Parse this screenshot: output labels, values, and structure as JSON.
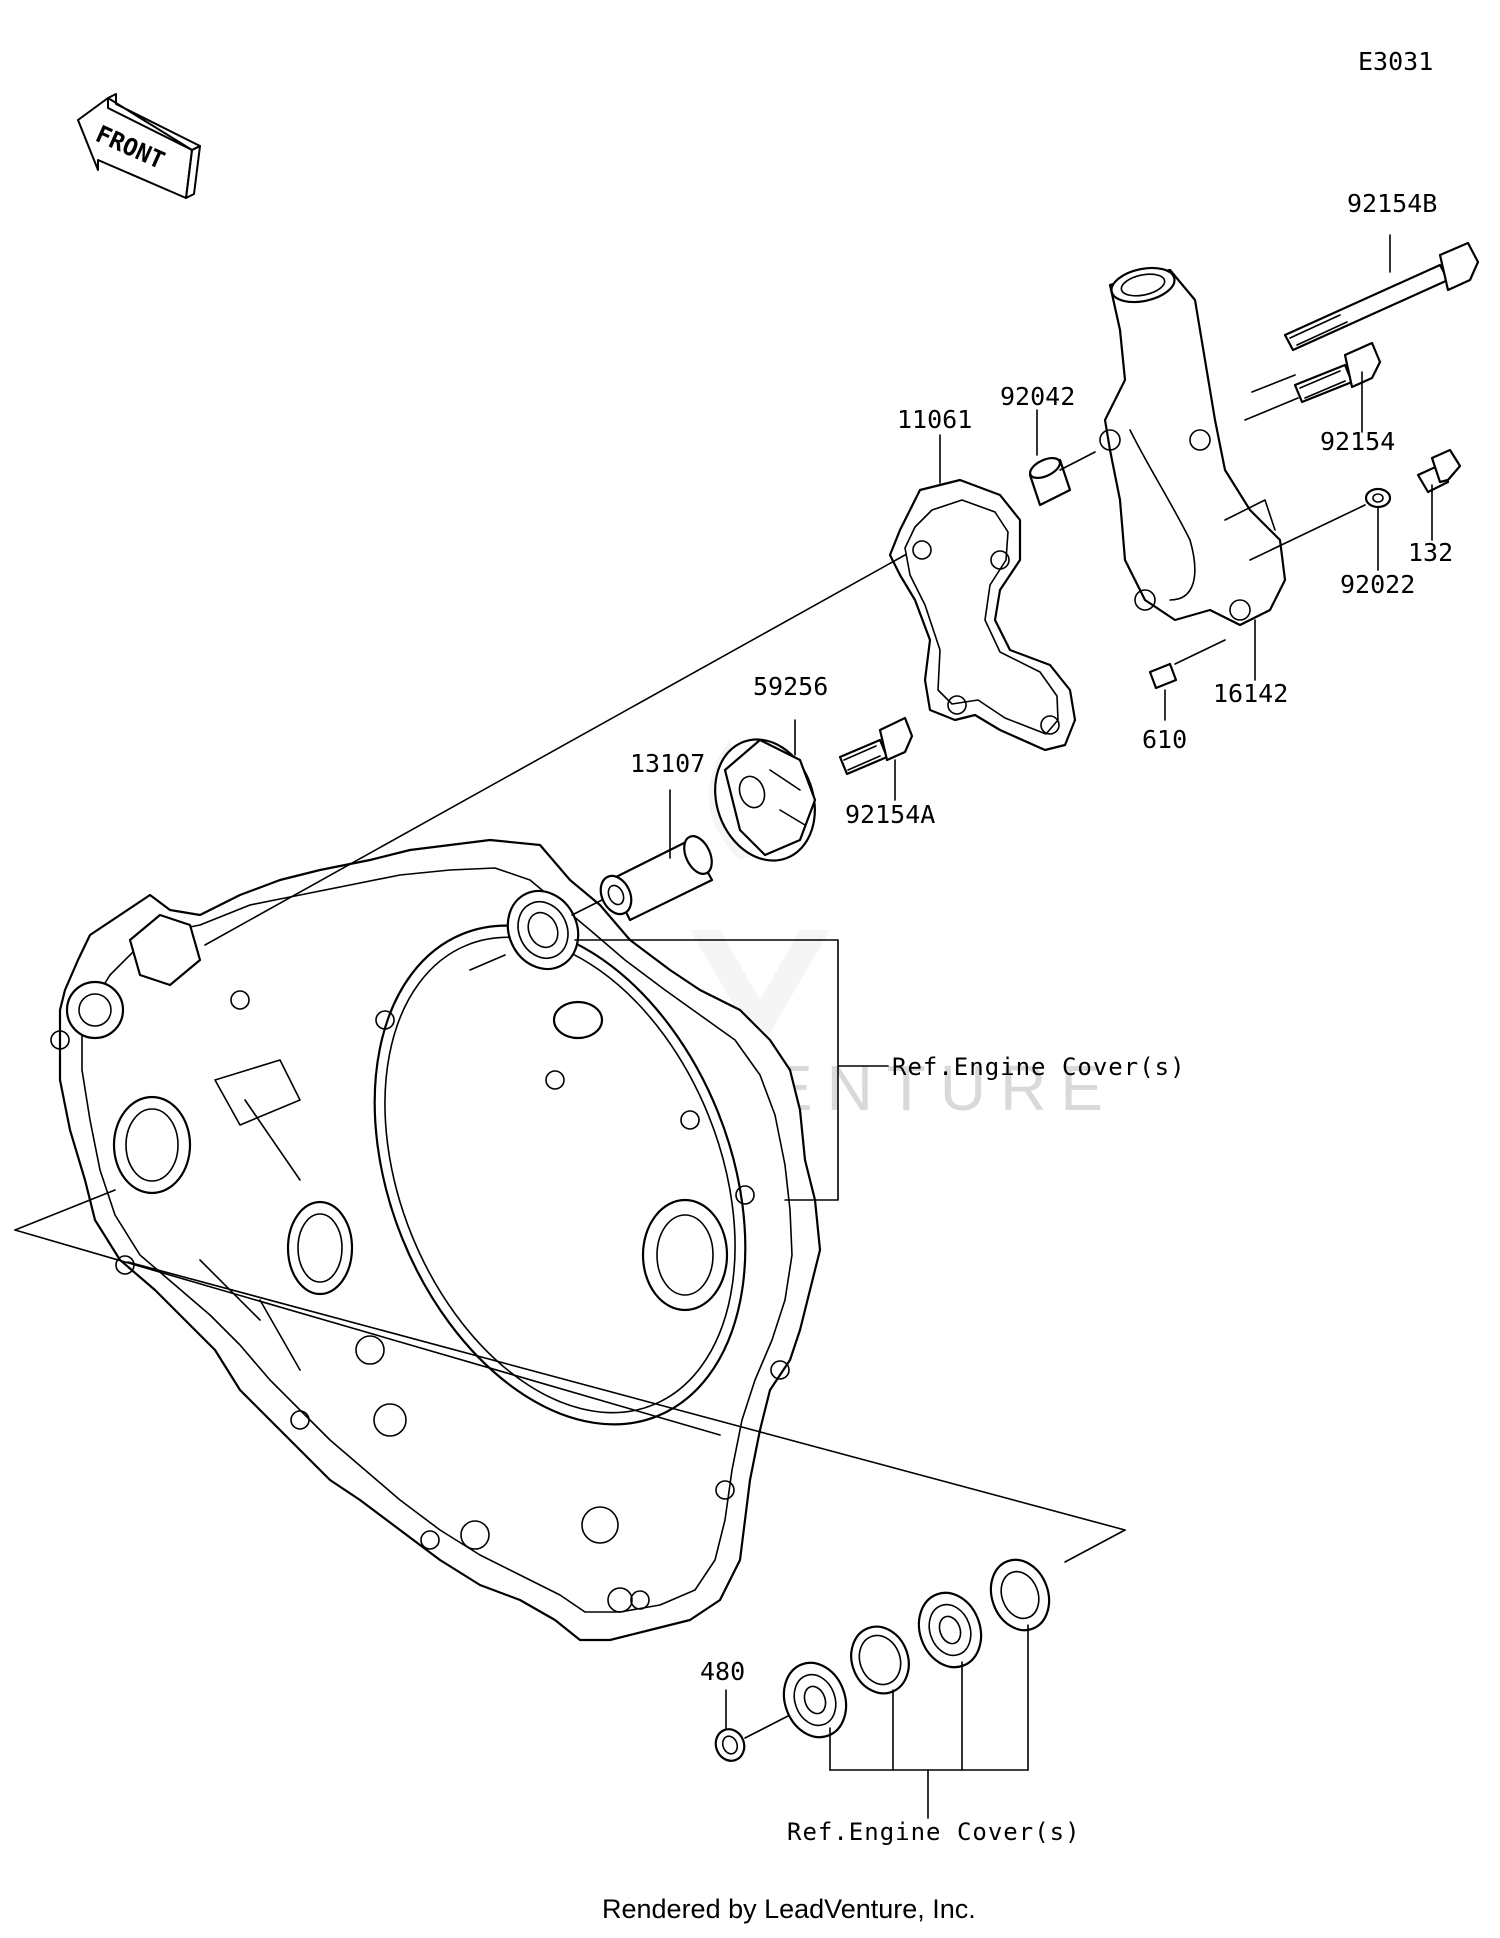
{
  "diagram_code": "E3031",
  "front_arrow_label": "FRONT",
  "part_labels": {
    "p92154B": "92154B",
    "p92042": "92042",
    "p11061": "11061",
    "p92154": "92154",
    "p132": "132",
    "p92022": "92022",
    "p16142": "16142",
    "p610": "610",
    "p59256": "59256",
    "p13107": "13107",
    "p92154A": "92154A",
    "p480": "480"
  },
  "references": {
    "ref_upper": "Ref.Engine Cover(s)",
    "ref_lower": "Ref.Engine Cover(s)"
  },
  "watermark": "LEADVENTURE",
  "footer": "Rendered by LeadVenture, Inc."
}
